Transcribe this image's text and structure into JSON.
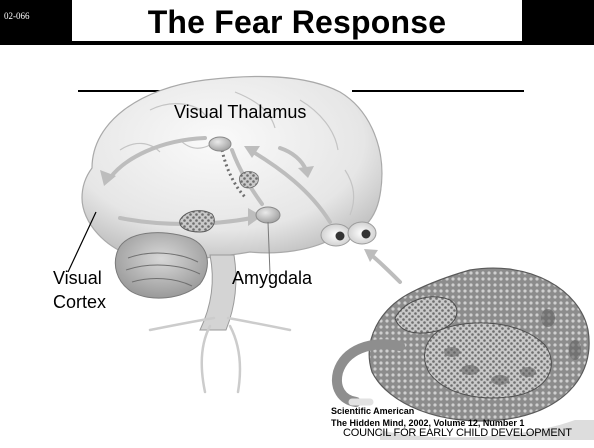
{
  "slide": {
    "id": "02-066",
    "title": "The Fear Response"
  },
  "labels": {
    "visual_thalamus": "Visual Thalamus",
    "visual_cortex_line1": "Visual",
    "visual_cortex_line2": "Cortex",
    "amygdala": "Amygdala"
  },
  "credit": {
    "line1": "Scientific American",
    "line2": "The Hidden Mind, 2002, Volume 12, Number 1"
  },
  "footer": "COUNCIL FOR EARLY CHILD DEVELOPMENT",
  "colors": {
    "title_bar": "#000000",
    "brain": "#ededed",
    "snake": "#9a9a9a",
    "arrow": "#b8b8b8"
  }
}
